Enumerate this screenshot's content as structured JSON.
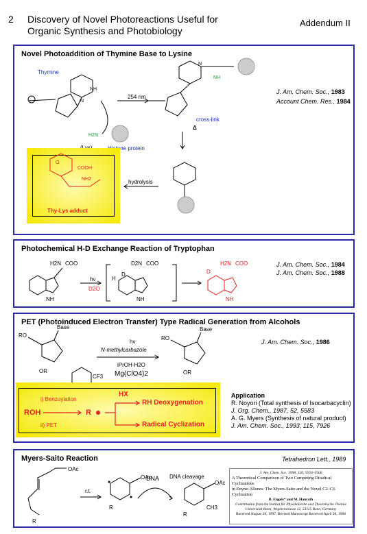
{
  "header": {
    "number": "2",
    "title": "Discovery of Novel Photoreactions Useful for Organic Synthesis and Photobiology",
    "addendum": "Addendum II"
  },
  "panel1": {
    "title": "Novel Photoaddition of Thymine Base to Lysine",
    "thymine": "Thymine",
    "uv": "254 nm",
    "lys": "(Lys)",
    "histone": "Histone protein",
    "crosslink": "cross-link",
    "delta": "Δ",
    "hydrolysis": "hydrolysis",
    "adduct": "Thy-Lys adduct",
    "ref1": {
      "journal": "J. Am. Chem. Soc.,",
      "year": "1983"
    },
    "ref2": {
      "journal": "Account Chem. Res.,",
      "year": "1984"
    }
  },
  "panel2": {
    "title": "Photochemical H-D Exchange Reaction of Tryptophan",
    "hv": "hν",
    "d2o": "D2O",
    "ref1": {
      "journal": "J. Am. Chem. Soc.,",
      "year": "1984"
    },
    "ref2": {
      "journal": "J. Am. Chem. Soc.,",
      "year": "1988"
    }
  },
  "panel3": {
    "title": "PET (Photoinduced Electron Transfer) Type Radical Generation from Alcohols",
    "hv": "hν",
    "reagent1": "N-methylcarbazole",
    "reagent2": "iPrOH-H2O",
    "reagent3": "Mg(ClO4)2",
    "ref": {
      "journal": "J. Am. Chem. Soc.,",
      "year": "1986"
    },
    "scheme": {
      "roh": "ROH",
      "step1": "i) Benzoylation",
      "step2": "ii) PET",
      "r": "R",
      "hx": "HX",
      "deox": "RH Deoxygenation",
      "cycl": "Radical Cyclization"
    },
    "application": {
      "heading": "Application",
      "line1": "R. Noyori (Total synthesis of Isocarbacyclin)",
      "line2": "J. Org. Chem., 1987, 52, 5583",
      "line3": "A. G. Myers (Synthesis of natural product)",
      "line4": "J. Am. Chem. Soc., 1993, 115, 7926"
    }
  },
  "panel4": {
    "title": "Myers-Saito Reaction",
    "ref": "Tetrahedron Lett., 1989",
    "rt": "r.t.",
    "dna": "DNA",
    "dnacleave": "DNA cleavage",
    "paper": {
      "cite": "J. Am. Chem. Soc. 1998, 120, 5556–5566",
      "title1": "A Theoretical Comparison of Two Competing Diradical Cyclizations",
      "title2": "in Enyne-Allenes: The Myers-Saito and the Novel C2–C6",
      "title3": "Cyclization",
      "authors": "B. Engels* and M. Hanrath",
      "affil": "Contribution from the Institut für Physikalische und Theoretische Chemie Universität Bonn, Wegelerstrasse 12, 53115 Bonn, Germany",
      "received": "Received August 20, 1997. Revised Manuscript Received April 20, 1998"
    }
  }
}
